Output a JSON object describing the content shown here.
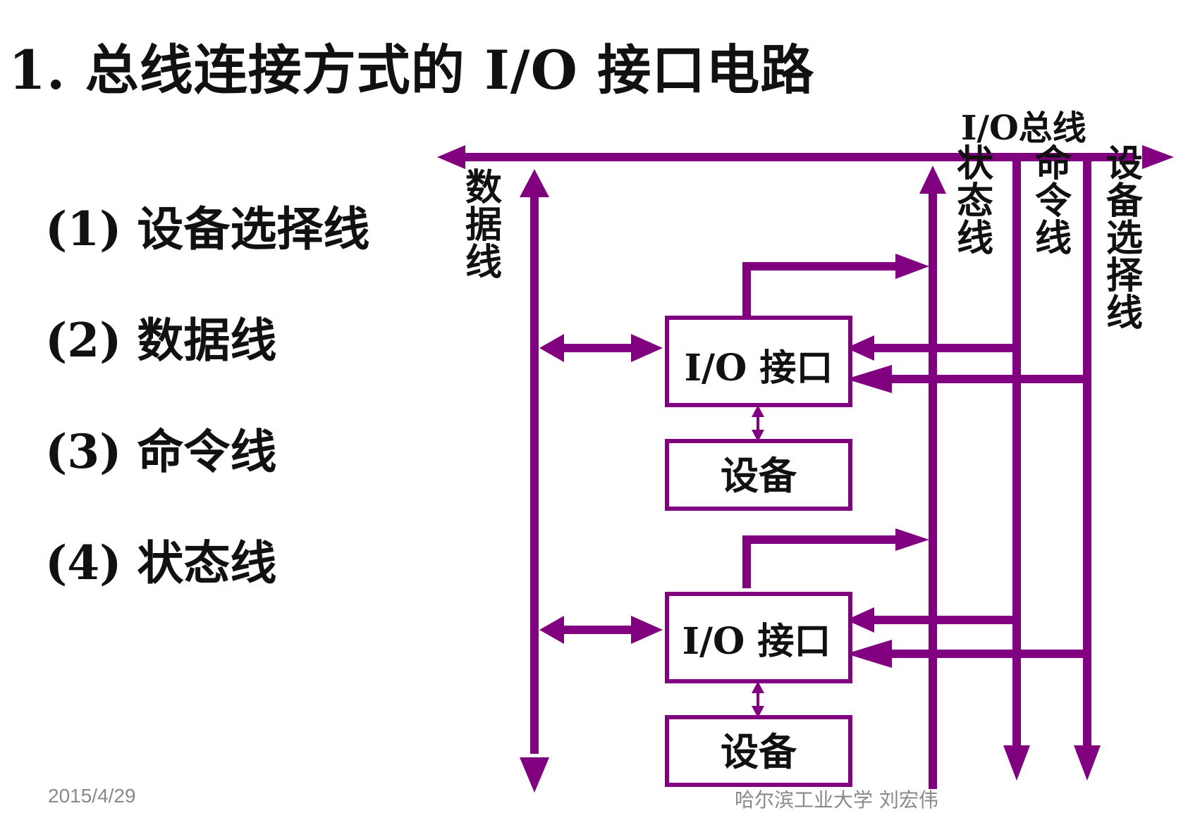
{
  "title": "1. 总线连接方式的 I/O 接口电路",
  "items": [
    {
      "num": "(1)",
      "label": "设备选择线"
    },
    {
      "num": "(2)",
      "label": "数据线"
    },
    {
      "num": "(3)",
      "label": "命令线"
    },
    {
      "num": "(4)",
      "label": "状态线"
    }
  ],
  "diagram": {
    "bus_label": "I/O总线",
    "data_line_label": "数据线",
    "status_line_label": "状态线",
    "command_line_label": "命令线",
    "device_select_line_label": "设备选择线",
    "interface_label": "I/O 接口",
    "device_label": "设备",
    "line_color": "#800080"
  },
  "footer": {
    "date": "2015/4/29",
    "org": "哈尔滨工业大学  刘宏伟"
  }
}
